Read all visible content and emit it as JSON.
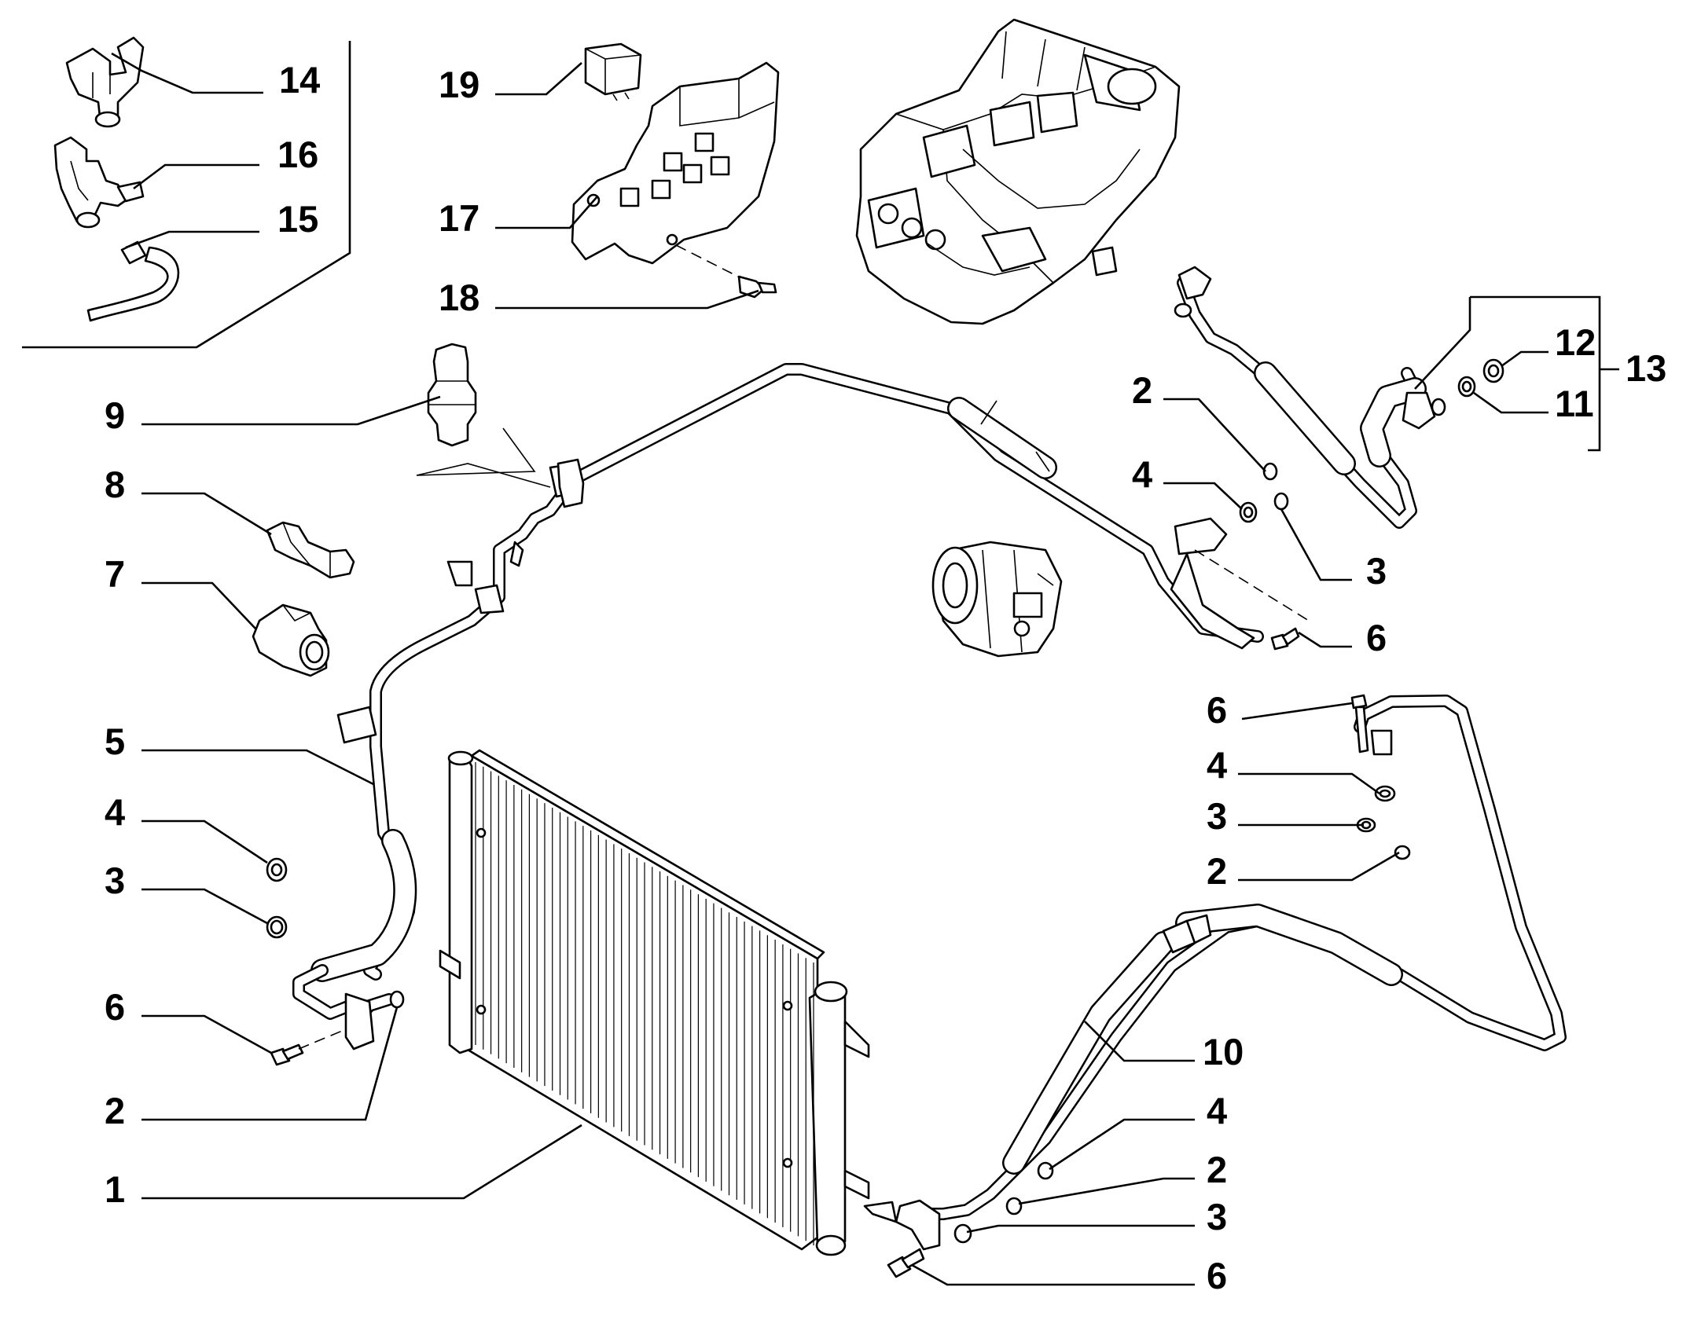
{
  "diagram": {
    "callouts": [
      {
        "id": "c14",
        "text": "14"
      },
      {
        "id": "c16",
        "text": "16"
      },
      {
        "id": "c15",
        "text": "15"
      },
      {
        "id": "c19",
        "text": "19"
      },
      {
        "id": "c17",
        "text": "17"
      },
      {
        "id": "c18",
        "text": "18"
      },
      {
        "id": "c9",
        "text": "9"
      },
      {
        "id": "c8",
        "text": "8"
      },
      {
        "id": "c7",
        "text": "7"
      },
      {
        "id": "c5",
        "text": "5"
      },
      {
        "id": "c4a",
        "text": "4"
      },
      {
        "id": "c3a",
        "text": "3"
      },
      {
        "id": "c6a",
        "text": "6"
      },
      {
        "id": "c2a",
        "text": "2"
      },
      {
        "id": "c1",
        "text": "1"
      },
      {
        "id": "c2b",
        "text": "2"
      },
      {
        "id": "c4b",
        "text": "4"
      },
      {
        "id": "c3b",
        "text": "3"
      },
      {
        "id": "c6b",
        "text": "6"
      },
      {
        "id": "c12",
        "text": "12"
      },
      {
        "id": "c11",
        "text": "11"
      },
      {
        "id": "c13",
        "text": "13"
      },
      {
        "id": "c6c",
        "text": "6"
      },
      {
        "id": "c4c",
        "text": "4"
      },
      {
        "id": "c3c",
        "text": "3"
      },
      {
        "id": "c2c",
        "text": "2"
      },
      {
        "id": "c10",
        "text": "10"
      },
      {
        "id": "c4d",
        "text": "4"
      },
      {
        "id": "c2d",
        "text": "2"
      },
      {
        "id": "c3d",
        "text": "3"
      },
      {
        "id": "c6d",
        "text": "6"
      }
    ]
  }
}
